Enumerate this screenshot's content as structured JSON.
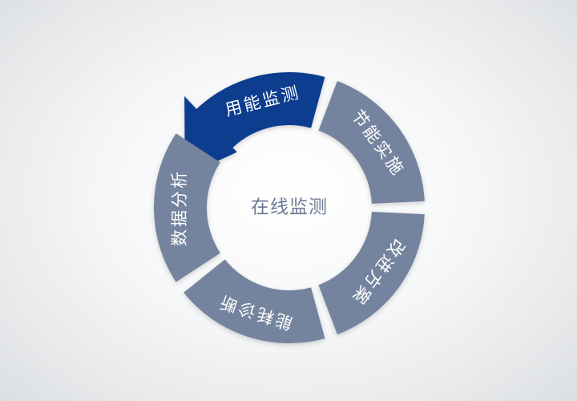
{
  "diagram": {
    "center_label": "在线监测",
    "colors": {
      "segment": "#74849e",
      "highlight": "#0b3d8f",
      "center_text": "#6b7a93",
      "label": "#ffffff"
    },
    "segments": [
      {
        "label": "用能监测",
        "highlight": true
      },
      {
        "label": "节能实施",
        "highlight": false
      },
      {
        "label": "改进方案",
        "highlight": false
      },
      {
        "label": "能耗诊断",
        "highlight": false
      },
      {
        "label": "数据分析",
        "highlight": false
      }
    ]
  }
}
